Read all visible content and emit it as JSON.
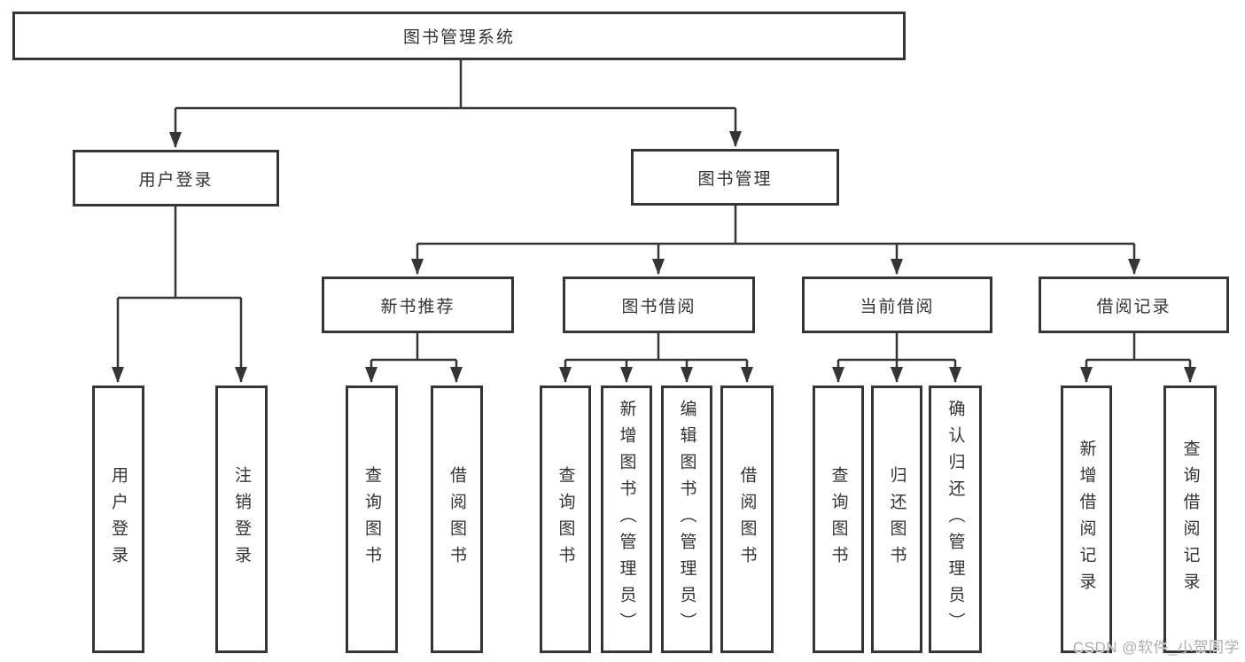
{
  "colors": {
    "background": "#ffffff",
    "line": "#353535",
    "box_border": "#353535",
    "box_fill": "#ffffff",
    "text": "#333333",
    "watermark": "#aeaeae"
  },
  "watermark": {
    "text": "CSDN @软件_小贺同学"
  },
  "tree": {
    "root": {
      "label": "图书管理系统",
      "children": [
        {
          "label": "用户登录",
          "children": [
            {
              "label": "用户登录"
            },
            {
              "label": "注销登录"
            }
          ]
        },
        {
          "label": "图书管理",
          "children": [
            {
              "label": "新书推荐",
              "children": [
                {
                  "label": "查询图书"
                },
                {
                  "label": "借阅图书"
                }
              ]
            },
            {
              "label": "图书借阅",
              "children": [
                {
                  "label": "查询图书"
                },
                {
                  "label": "新增图书（管理员）"
                },
                {
                  "label": "编辑图书（管理员）"
                },
                {
                  "label": "借阅图书"
                }
              ]
            },
            {
              "label": "当前借阅",
              "children": [
                {
                  "label": "查询图书"
                },
                {
                  "label": "归还图书"
                },
                {
                  "label": "确认归还（管理员）"
                }
              ]
            },
            {
              "label": "借阅记录",
              "children": [
                {
                  "label": "新增借阅记录"
                },
                {
                  "label": "查询借阅记录"
                }
              ]
            }
          ]
        }
      ]
    }
  }
}
